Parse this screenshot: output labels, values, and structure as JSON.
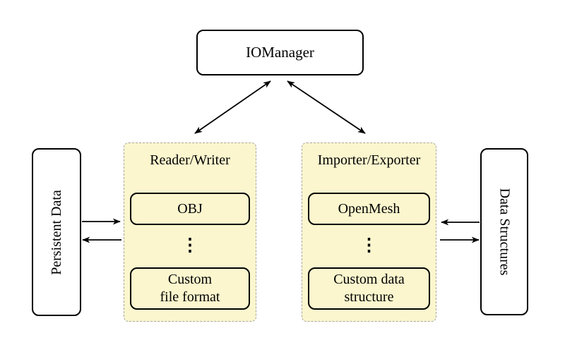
{
  "nodes": {
    "iomanager": "IOManager",
    "persistent_data": "Persistent Data",
    "data_structures": "Data Structures"
  },
  "groups": [
    {
      "title": "Reader/Writer",
      "items": [
        "OBJ",
        "Custom\nfile format"
      ],
      "ellipsis": "⋮"
    },
    {
      "title": "Importer/Exporter",
      "items": [
        "OpenMesh",
        "Custom data\nstructure"
      ],
      "ellipsis": "⋮"
    }
  ],
  "colors": {
    "group_fill": "#FBF6CE",
    "group_border": "#A6A6A6",
    "node_fill": "#FFFFFF",
    "line": "#000000"
  }
}
